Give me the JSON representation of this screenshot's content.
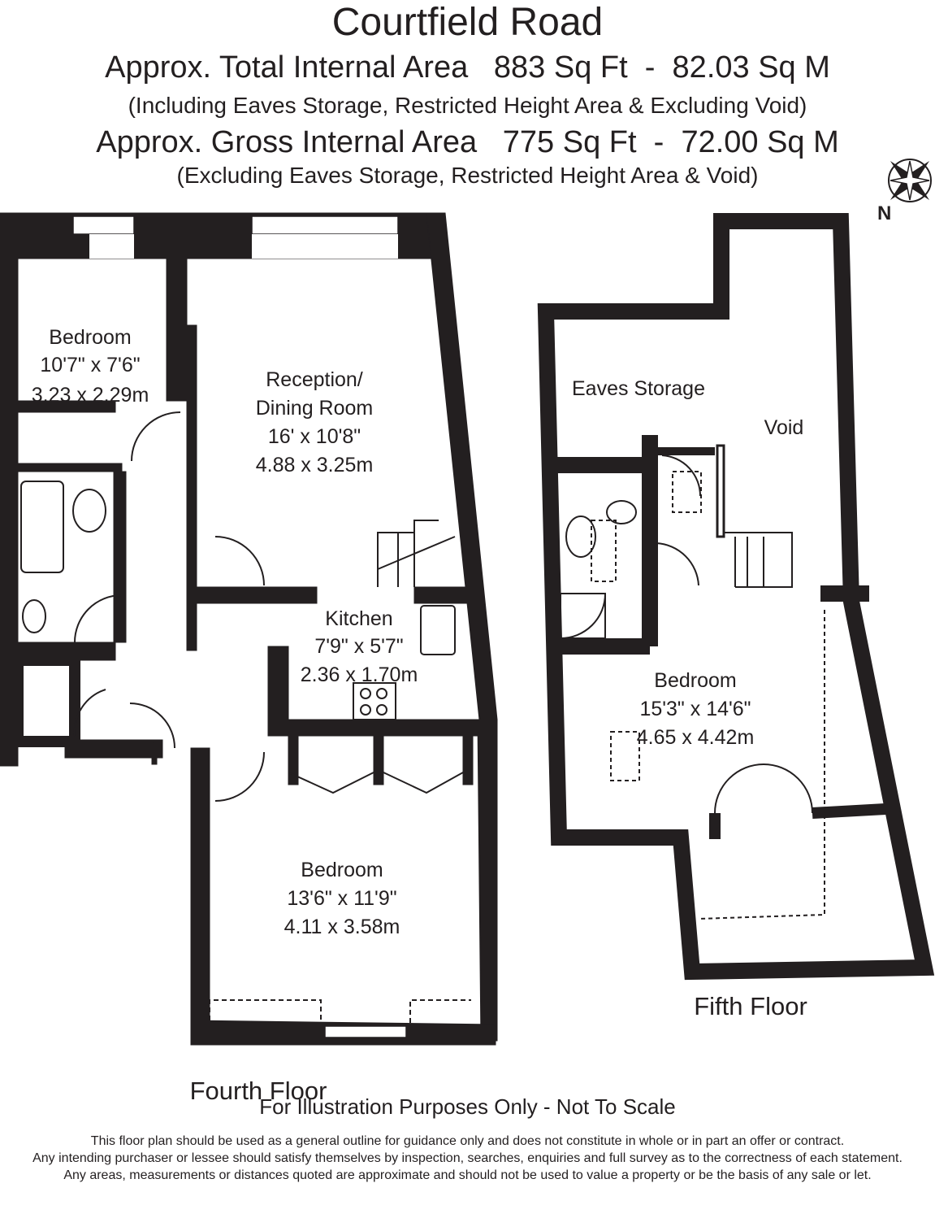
{
  "header": {
    "title": "Courtfield Road",
    "total_area": "Approx. Total Internal Area   883 Sq Ft  -  82.03 Sq M",
    "total_note": "(Including Eaves Storage, Restricted Height Area & Excluding Void)",
    "gross_area": "Approx. Gross Internal Area   775 Sq Ft  -  72.00 Sq M",
    "gross_note": "(Excluding Eaves Storage, Restricted Height Area & Void)"
  },
  "compass": {
    "label": "N",
    "icon": "compass-rose-icon"
  },
  "fourth_floor": {
    "label": "Fourth Floor",
    "rooms": [
      {
        "name": "Bedroom",
        "imperial": "10'7\" x 7'6\"",
        "metric": "3.23 x 2.29m"
      },
      {
        "name": "Reception/",
        "name2": "Dining Room",
        "imperial": "16' x 10'8\"",
        "metric": "4.88 x 3.25m"
      },
      {
        "name": "Kitchen",
        "imperial": "7'9\" x 5'7\"",
        "metric": "2.36 x 1.70m"
      },
      {
        "name": "Bedroom",
        "imperial": "13'6\" x 11'9\"",
        "metric": "4.11 x 3.58m"
      }
    ]
  },
  "fifth_floor": {
    "label": "Fifth Floor",
    "rooms": [
      {
        "name": "Eaves Storage"
      },
      {
        "name": "Void"
      },
      {
        "name": "Bedroom",
        "imperial": "15'3\" x 14'6\"",
        "metric": "4.65 x 4.42m"
      }
    ]
  },
  "footer": {
    "main": "For Illustration Purposes Only - Not To Scale",
    "lines": [
      "This floor plan should be used as a general outline for guidance only and does not constitute in whole or in part an offer or contract.",
      "Any intending purchaser or lessee should satisfy themselves by inspection, searches, enquiries and full survey as to the correctness of each statement.",
      "Any areas, measurements or distances quoted are approximate and should not be used to value a property or be the basis of any sale or let."
    ]
  }
}
